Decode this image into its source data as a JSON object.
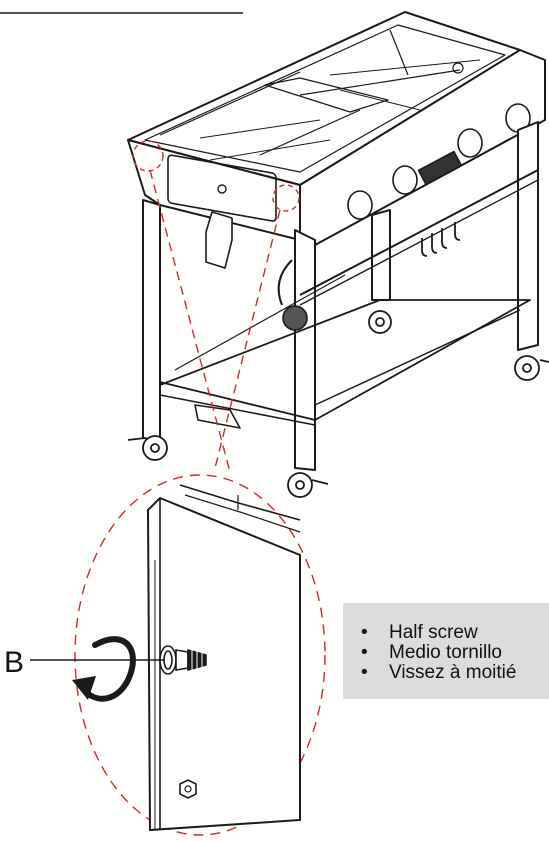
{
  "diagram": {
    "callout_label": "B",
    "instructions": [
      "Half screw",
      "Medio tornillo",
      "Vissez à moitié"
    ]
  },
  "colors": {
    "line": "#1a1a1a",
    "leader": "#d62828",
    "panel": "#dcdcdc"
  },
  "icons": {
    "rotate_arrow": "clockwise-arrow-icon",
    "screw": "bolt-icon",
    "nut": "hex-nut-icon"
  }
}
